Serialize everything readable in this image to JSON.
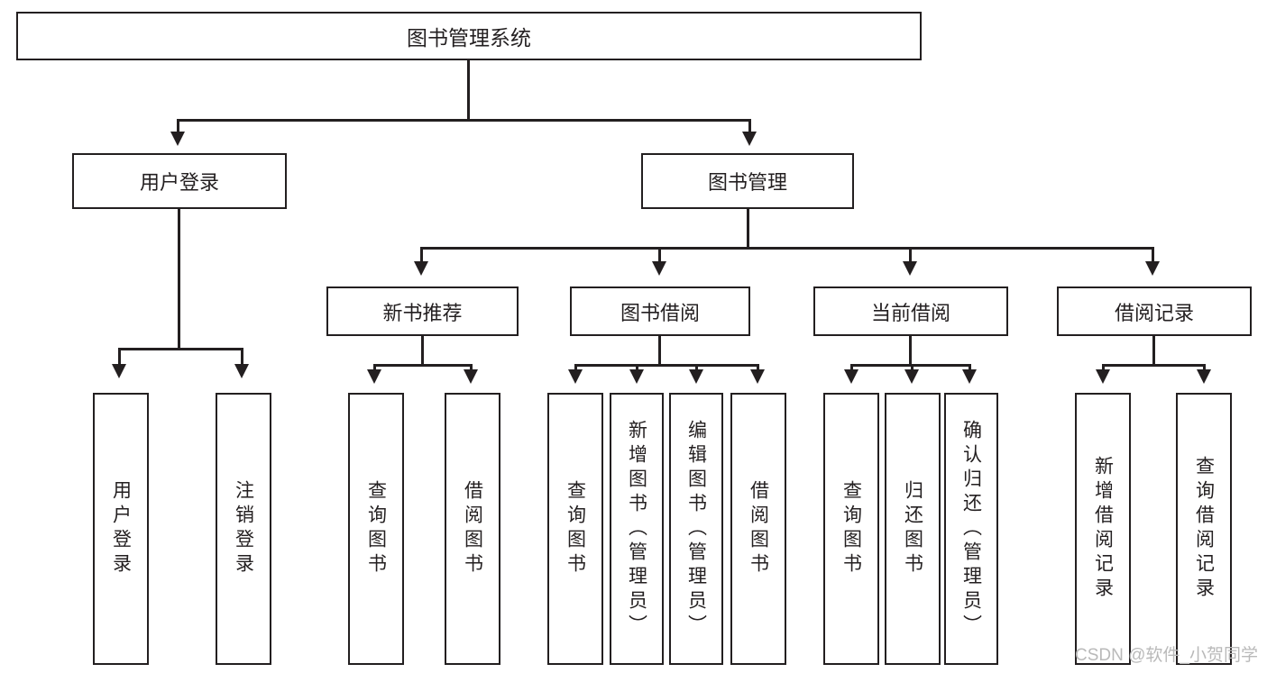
{
  "diagram": {
    "title": "图书管理系统",
    "type": "tree-hierarchy-diagram",
    "colors": {
      "stroke": "#231f20",
      "fill": "#ffffff",
      "background": "#ffffff",
      "watermark": "#b9b9b9"
    },
    "root": {
      "label": "图书管理系统"
    },
    "level2": [
      {
        "label": "用户登录"
      },
      {
        "label": "图书管理"
      }
    ],
    "level3": [
      {
        "label": "新书推荐"
      },
      {
        "label": "图书借阅"
      },
      {
        "label": "当前借阅"
      },
      {
        "label": "借阅记录"
      }
    ],
    "leaves": {
      "user_login": [
        {
          "label": "用户登录"
        },
        {
          "label": "注销登录"
        }
      ],
      "new_book_recommend": [
        {
          "label": "查询图书"
        },
        {
          "label": "借阅图书"
        }
      ],
      "book_borrow": [
        {
          "label": "查询图书"
        },
        {
          "label": "新增图书（管理员）"
        },
        {
          "label": "编辑图书（管理员）"
        },
        {
          "label": "借阅图书"
        }
      ],
      "current_borrow": [
        {
          "label": "查询图书"
        },
        {
          "label": "归还图书"
        },
        {
          "label": "确认归还（管理员）"
        }
      ],
      "borrow_record": [
        {
          "label": "新增借阅记录"
        },
        {
          "label": "查询借阅记录"
        }
      ]
    }
  },
  "watermark": {
    "text": "CSDN @软件_小贺同学"
  }
}
